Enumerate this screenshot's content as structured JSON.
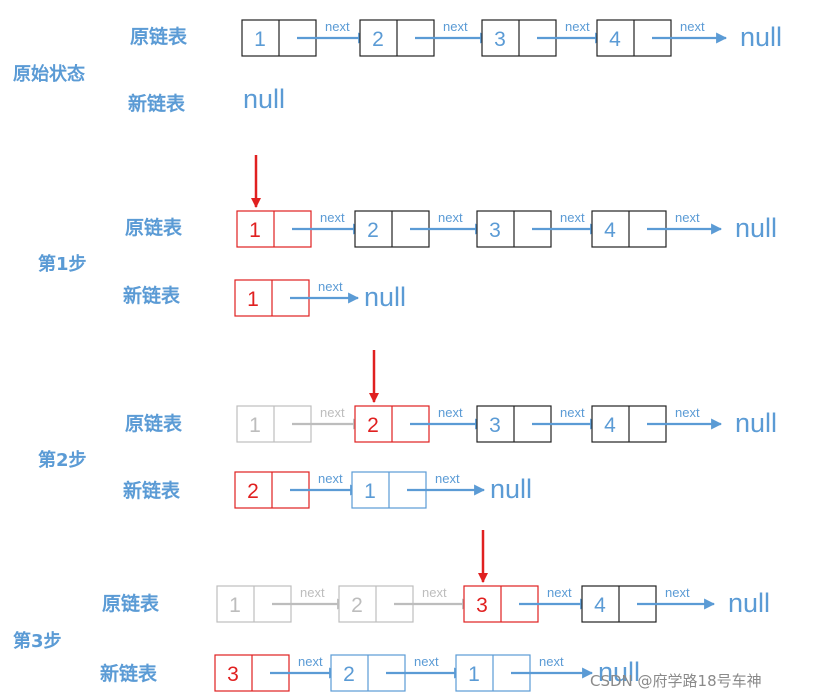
{
  "colors": {
    "blue": "#5b9bd5",
    "red": "#e02020",
    "gray": "#bdbdbd",
    "black": "#222222"
  },
  "stages": [
    {
      "title": "原始状态",
      "original": {
        "label": "原链表",
        "nodes": [
          {
            "value": "1",
            "state": "normal"
          },
          {
            "value": "2",
            "state": "normal"
          },
          {
            "value": "3",
            "state": "normal"
          },
          {
            "value": "4",
            "state": "normal"
          }
        ],
        "tail": "null",
        "pointer": null
      },
      "new": {
        "label": "新链表",
        "nodes": [],
        "tail": "null"
      }
    },
    {
      "title": "第1步",
      "original": {
        "label": "原链表",
        "nodes": [
          {
            "value": "1",
            "state": "current"
          },
          {
            "value": "2",
            "state": "normal"
          },
          {
            "value": "3",
            "state": "normal"
          },
          {
            "value": "4",
            "state": "normal"
          }
        ],
        "tail": "null",
        "pointer": 0
      },
      "new": {
        "label": "新链表",
        "nodes": [
          {
            "value": "1",
            "state": "current"
          }
        ],
        "tail": "null"
      }
    },
    {
      "title": "第2步",
      "original": {
        "label": "原链表",
        "nodes": [
          {
            "value": "1",
            "state": "done"
          },
          {
            "value": "2",
            "state": "current"
          },
          {
            "value": "3",
            "state": "normal"
          },
          {
            "value": "4",
            "state": "normal"
          }
        ],
        "tail": "null",
        "pointer": 1
      },
      "new": {
        "label": "新链表",
        "nodes": [
          {
            "value": "2",
            "state": "current"
          },
          {
            "value": "1",
            "state": "linked"
          }
        ],
        "tail": "null"
      }
    },
    {
      "title": "第3步",
      "original": {
        "label": "原链表",
        "nodes": [
          {
            "value": "1",
            "state": "done"
          },
          {
            "value": "2",
            "state": "done"
          },
          {
            "value": "3",
            "state": "current"
          },
          {
            "value": "4",
            "state": "normal"
          }
        ],
        "tail": "null",
        "pointer": 2
      },
      "new": {
        "label": "新链表",
        "nodes": [
          {
            "value": "3",
            "state": "current"
          },
          {
            "value": "2",
            "state": "linked"
          },
          {
            "value": "1",
            "state": "linked"
          }
        ],
        "tail": "null"
      }
    }
  ],
  "link_label": "next",
  "watermark": "CSDN @府学路18号车神"
}
